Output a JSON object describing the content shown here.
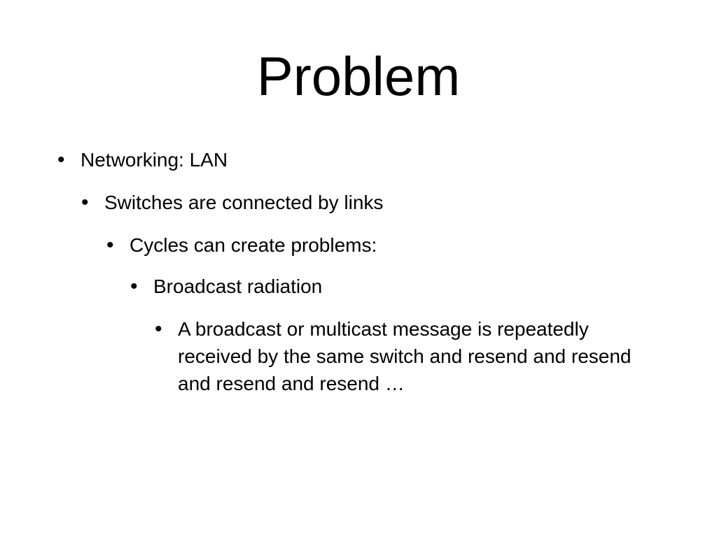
{
  "slide": {
    "title": "Problem",
    "bullets": [
      {
        "text": "Networking: LAN",
        "bullet_glyph": "•"
      },
      {
        "text": "Switches are connected by links",
        "bullet_glyph": "•"
      },
      {
        "text": "Cycles can create problems:",
        "bullet_glyph": "•"
      },
      {
        "text": "Broadcast radiation",
        "bullet_glyph": "•"
      },
      {
        "text": "A broadcast or multicast message is repeatedly received by the same switch and resend and resend and resend and resend …",
        "bullet_glyph": "•"
      }
    ]
  },
  "colors": {
    "background": "#ffffff",
    "text": "#000000"
  }
}
